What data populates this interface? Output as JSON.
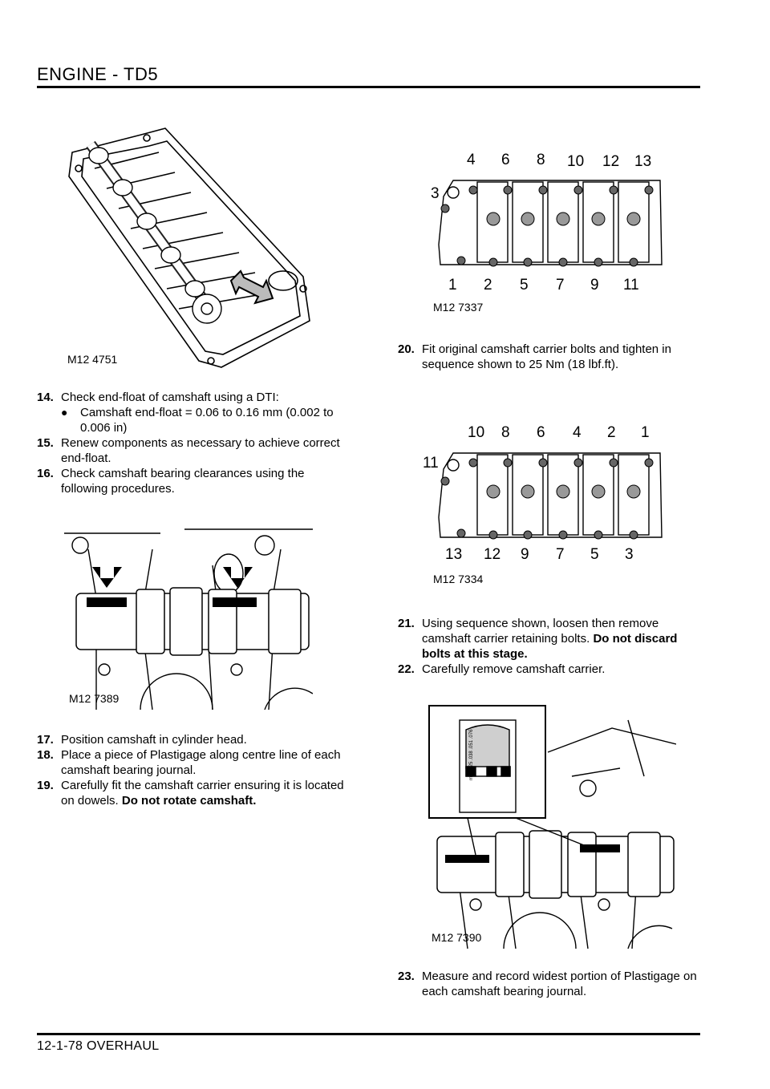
{
  "header": {
    "title": "ENGINE - TD5"
  },
  "figures": {
    "fig1": "M12 4751",
    "fig2": "M12 7337",
    "fig3": "M12 7389",
    "fig4": "M12 7334",
    "fig5": "M12 7390",
    "fig2_top": [
      "4",
      "6",
      "8",
      "10",
      "12",
      "13"
    ],
    "fig2_side": "3",
    "fig2_bottom": [
      "1",
      "2",
      "5",
      "7",
      "9",
      "11"
    ],
    "fig4_top": [
      "10",
      "8",
      "6",
      "4",
      "2",
      "1"
    ],
    "fig4_side": "11",
    "fig4_bottom": [
      "13",
      "12",
      "9",
      "7",
      "5",
      "3"
    ],
    "gauge_marks": [
      "mm",
      ".025",
      ".038",
      ".051",
      ".076"
    ]
  },
  "left_steps": [
    {
      "num": "14.",
      "text": "Check end-float of camshaft using a DTI:"
    },
    {
      "bullet": "Camshaft end-float = 0.06 to 0.16 mm (0.002 to 0.006 in)"
    },
    {
      "num": "15.",
      "text": "Renew components as necessary to achieve correct end-float."
    },
    {
      "num": "16.",
      "text": "Check camshaft bearing clearances using the following procedures."
    }
  ],
  "left_steps2": [
    {
      "num": "17.",
      "text": "Position camshaft in cylinder head."
    },
    {
      "num": "18.",
      "text": "Place a piece of Plastigage along centre line of each camshaft  bearing journal."
    },
    {
      "num": "19.",
      "text": "Carefully fit the camshaft carrier ensuring it is located on  dowels.",
      "bold": "Do not rotate camshaft."
    }
  ],
  "right_steps1": [
    {
      "num": "20.",
      "text": "Fit original camshaft carrier bolts and tighten  in sequence  shown to 25 Nm (18 lbf.ft)."
    }
  ],
  "right_steps2": [
    {
      "num": "21.",
      "text": "Using sequence shown, loosen then remove camshaft carrier  retaining bolts.",
      "bold": "Do not discard bolts at this  stage."
    },
    {
      "num": "22.",
      "text": "Carefully remove camshaft carrier."
    }
  ],
  "right_steps3": [
    {
      "num": "23.",
      "text": "Measure and record widest portion of Plastigage on each camshaft  bearing journal."
    }
  ],
  "footer": {
    "text": "12-1-78   OVERHAUL"
  }
}
